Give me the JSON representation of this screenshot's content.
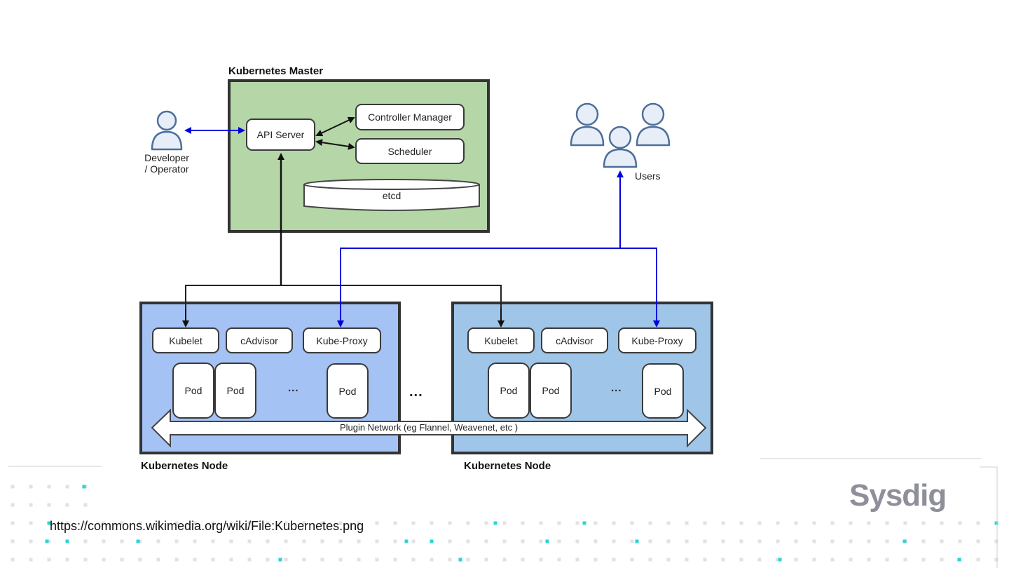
{
  "master": {
    "title": "Kubernetes Master",
    "api_server": "API Server",
    "controller_manager": "Controller Manager",
    "scheduler": "Scheduler",
    "etcd": "etcd"
  },
  "developer": {
    "label_line1": "Developer",
    "label_line2": "/ Operator"
  },
  "users": {
    "label": "Users"
  },
  "nodes": [
    {
      "title": "Kubernetes Node",
      "kubelet": "Kubelet",
      "cadvisor": "cAdvisor",
      "kube_proxy": "Kube-Proxy",
      "pods": [
        "Pod",
        "Pod",
        "Pod"
      ],
      "ellipsis": "..."
    },
    {
      "title": "Kubernetes Node",
      "kubelet": "Kubelet",
      "cadvisor": "cAdvisor",
      "kube_proxy": "Kube-Proxy",
      "pods": [
        "Pod",
        "Pod",
        "Pod"
      ],
      "ellipsis": "..."
    }
  ],
  "between_nodes_ellipsis": "...",
  "plugin_network": "Plugin Network (eg Flannel, Weavenet, etc )",
  "footer": {
    "source_url": "https://commons.wikimedia.org/wiki/File:Kubernetes.png",
    "brand": "Sysdig"
  },
  "colors": {
    "master_fill": "#b5d6a7",
    "node1_fill": "#a4c2f4",
    "node2_fill": "#9fc5e8",
    "blue_arrow": "#0000dd",
    "accent_dot": "#2ad4d8",
    "brand_gray": "#8e8f9a"
  }
}
